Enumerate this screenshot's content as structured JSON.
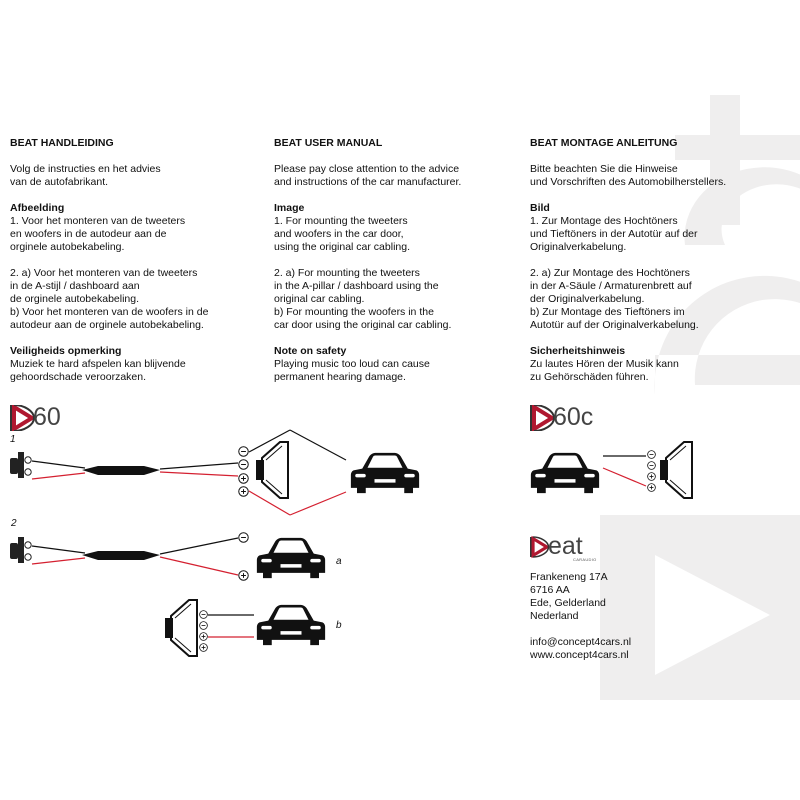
{
  "columns": [
    {
      "heading": "BEAT HANDLEIDING",
      "intro": [
        "Volg de instructies en het advies",
        "van de autofabrikant."
      ],
      "image_heading": "Afbeelding",
      "step1": [
        "1. Voor het monteren van de tweeters",
        "en woofers in de autodeur aan de",
        "orginele autobekabeling."
      ],
      "step2": [
        "2. a) Voor het monteren van de tweeters",
        "in de A-stijl / dashboard aan",
        "de orginele autobekabeling.",
        "b) Voor het monteren van de woofers in de",
        "autodeur aan de orginele autobekabeling."
      ],
      "safety_heading": "Veiligheids opmerking",
      "safety": [
        "Muziek te hard afspelen kan blijvende",
        "gehoordschade veroorzaken."
      ]
    },
    {
      "heading": "BEAT USER MANUAL",
      "intro": [
        "Please pay close attention to the advice",
        "and instructions of the car manufacturer."
      ],
      "image_heading": "Image",
      "step1": [
        "1. For mounting the tweeters",
        "and woofers in the car door,",
        "using the original car cabling."
      ],
      "step2": [
        "2. a) For mounting the tweeters",
        "in the A-pillar / dashboard using the",
        "original car cabling.",
        "b) For mounting the woofers in the",
        "car door using the original car cabling."
      ],
      "safety_heading": "Note on safety",
      "safety": [
        "Playing music too loud can cause",
        "permanent hearing damage."
      ]
    },
    {
      "heading": "BEAT MONTAGE ANLEITUNG",
      "intro": [
        "Bitte beachten Sie die Hinweise",
        "und Vorschriften des Automobilherstellers."
      ],
      "image_heading": "Bild",
      "step1": [
        "1. Zur Montage des Hochtöners",
        "und Tieftöners in der Autotür auf der",
        "Originalverkabelung."
      ],
      "step2": [
        "2. a) Zur Montage des Hochtöners",
        "in der A-Säule / Armaturenbrett auf",
        "der Originalverkabelung.",
        "b) Zur Montage des Tieftöners im",
        "Autotür auf der Originalverkabelung."
      ],
      "safety_heading": "Sicherheitshinweis",
      "safety": [
        "Zu lautes Hören der Musik kann",
        "zu Gehörschäden führen."
      ]
    }
  ],
  "models": {
    "left": "60",
    "right": "60c"
  },
  "figures": {
    "one": "1",
    "two": "2",
    "a": "a",
    "b": "b"
  },
  "polarity": {
    "minus": "−",
    "plus": "+"
  },
  "brand": {
    "name": "eat",
    "sub": "CARAUDIO"
  },
  "address": [
    "Frankeneng 17A",
    "6716 AA",
    "Ede, Gelderland",
    "Nederland"
  ],
  "contact": [
    "info@concept4cars.nl",
    "www.concept4cars.nl"
  ],
  "colors": {
    "accent": "#b01830",
    "wire_red": "#d42030",
    "watermark": "#efeeee"
  }
}
